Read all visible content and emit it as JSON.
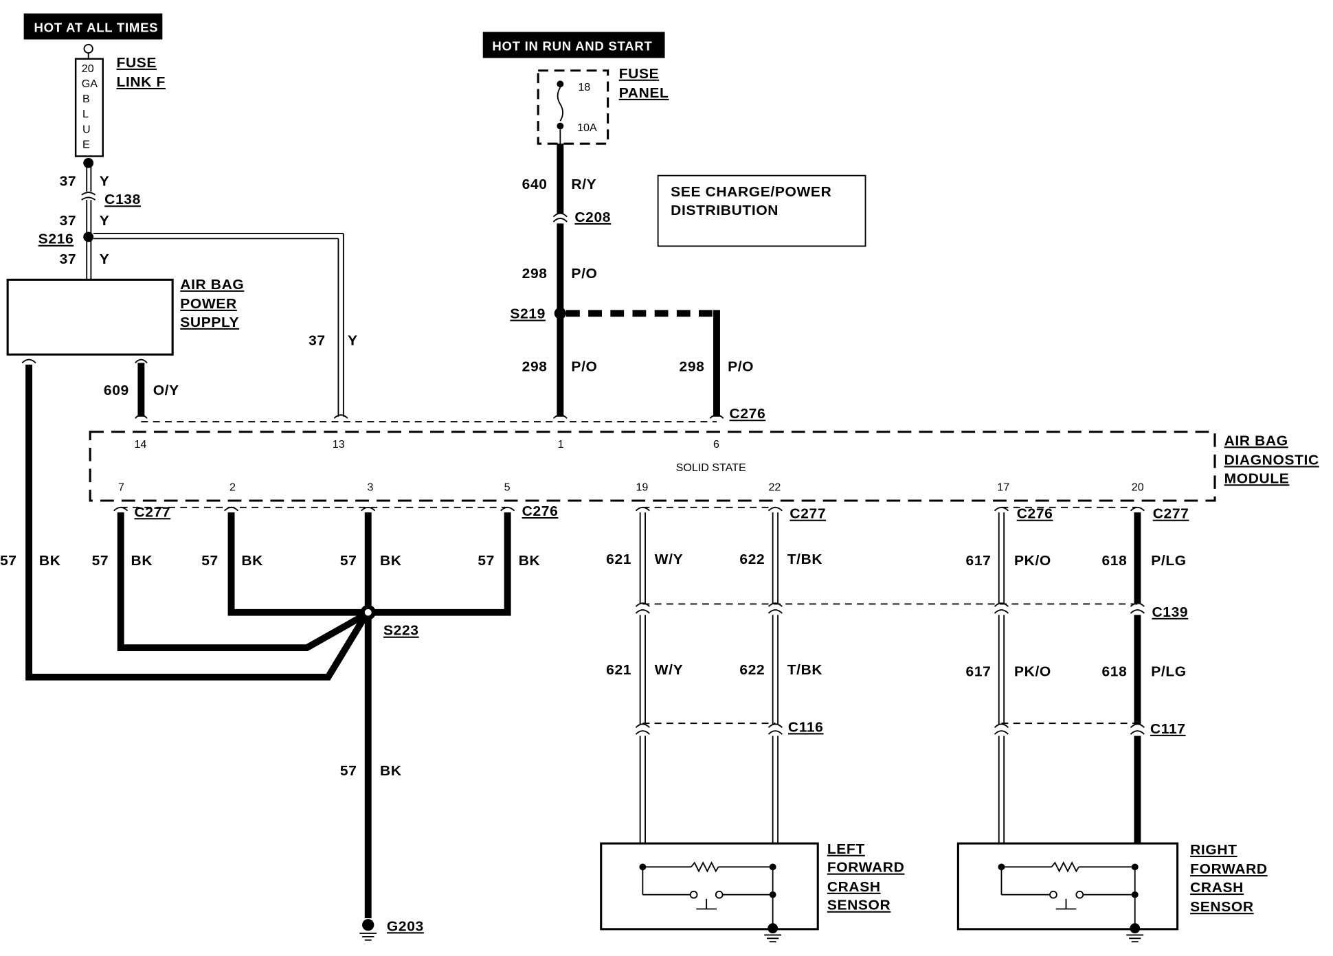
{
  "banners": {
    "hot_always": "HOT AT ALL TIMES",
    "hot_run": "HOT IN  RUN  AND  START"
  },
  "fuse_link": {
    "gauge": [
      "20",
      "GA",
      "B",
      "L",
      "U",
      "E"
    ],
    "label_line1": "FUSE",
    "label_line2": "LINK F"
  },
  "fuse_panel": {
    "label_line1": "FUSE",
    "label_line2": "PANEL",
    "fuse_number": "18",
    "rating": "10A"
  },
  "note": {
    "line1": "SEE CHARGE/POWER",
    "line2": "DISTRIBUTION"
  },
  "components": {
    "power_supply": [
      "AIR BAG",
      "POWER",
      "SUPPLY"
    ],
    "diag_module": [
      "AIR BAG",
      "DIAGNOSTIC",
      "MODULE"
    ],
    "module_type": "SOLID STATE",
    "left_sensor": [
      "LEFT",
      "FORWARD",
      "CRASH",
      "SENSOR"
    ],
    "right_sensor": [
      "RIGHT",
      "FORWARD",
      "CRASH",
      "SENSOR"
    ]
  },
  "connectors": {
    "c138": "C138",
    "s216": "S216",
    "c208": "C208",
    "s219": "S219",
    "c276_top": "C276",
    "c277_a": "C277",
    "c276_b": "C276",
    "c277_b": "C277",
    "c276_c": "C276",
    "c277_c": "C277",
    "c139": "C139",
    "c116": "C116",
    "c117": "C117",
    "s223": "S223",
    "g203": "G203"
  },
  "pins": {
    "p14": "14",
    "p13": "13",
    "p1": "1",
    "p6": "6",
    "p7": "7",
    "p2": "2",
    "p3": "3",
    "p5": "5",
    "p19": "19",
    "p22": "22",
    "p17": "17",
    "p20": "20"
  },
  "wires": {
    "w37": "37",
    "y": "Y",
    "w640": "640",
    "ry": "R/Y",
    "w298": "298",
    "po": "P/O",
    "w609": "609",
    "oy": "O/Y",
    "w57": "57",
    "bk": "BK",
    "w621": "621",
    "wy": "W/Y",
    "w622": "622",
    "tbk": "T/BK",
    "w617": "617",
    "pko": "PK/O",
    "w618": "618",
    "plg": "P/LG"
  }
}
